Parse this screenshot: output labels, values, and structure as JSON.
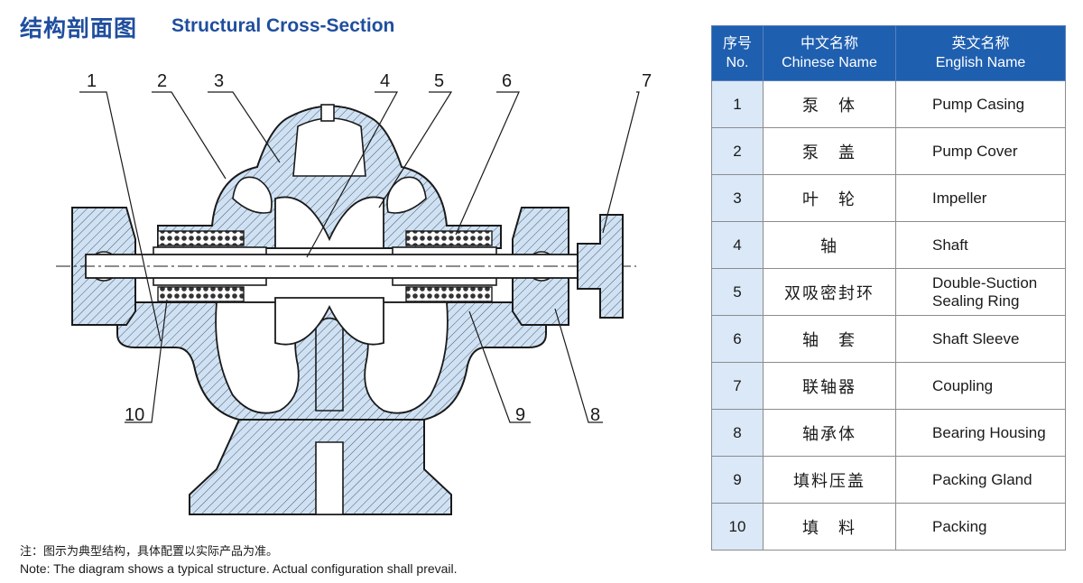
{
  "header": {
    "title_cn": "结构剖面图",
    "title_en": "Structural Cross-Section"
  },
  "diagram": {
    "callouts": [
      "1",
      "2",
      "3",
      "4",
      "5",
      "6",
      "7",
      "8",
      "9",
      "10"
    ],
    "colors": {
      "fill": "#cfe2f5",
      "line": "#1a1a1a",
      "hatch": "#555555"
    }
  },
  "table": {
    "headers": [
      {
        "cn": "序号",
        "en": "No."
      },
      {
        "cn": "中文名称",
        "en": "Chinese Name"
      },
      {
        "cn": "英文名称",
        "en": "English Name"
      }
    ],
    "rows": [
      {
        "no": "1",
        "cn": "泵　体",
        "en": "Pump Casing"
      },
      {
        "no": "2",
        "cn": "泵　盖",
        "en": "Pump Cover"
      },
      {
        "no": "3",
        "cn": "叶　轮",
        "en": "Impeller"
      },
      {
        "no": "4",
        "cn": "轴",
        "en": "Shaft"
      },
      {
        "no": "5",
        "cn": "双吸密封环",
        "en": "Double-Suction Sealing Ring"
      },
      {
        "no": "6",
        "cn": "轴　套",
        "en": "Shaft Sleeve"
      },
      {
        "no": "7",
        "cn": "联轴器",
        "en": "Coupling"
      },
      {
        "no": "8",
        "cn": "轴承体",
        "en": "Bearing Housing"
      },
      {
        "no": "9",
        "cn": "填料压盖",
        "en": "Packing Gland"
      },
      {
        "no": "10",
        "cn": "填　料",
        "en": "Packing"
      }
    ]
  },
  "notes": {
    "cn": "注：图示为典型结构，具体配置以实际产品为准。",
    "en": "Note: The diagram shows a typical structure. Actual configuration shall prevail."
  }
}
